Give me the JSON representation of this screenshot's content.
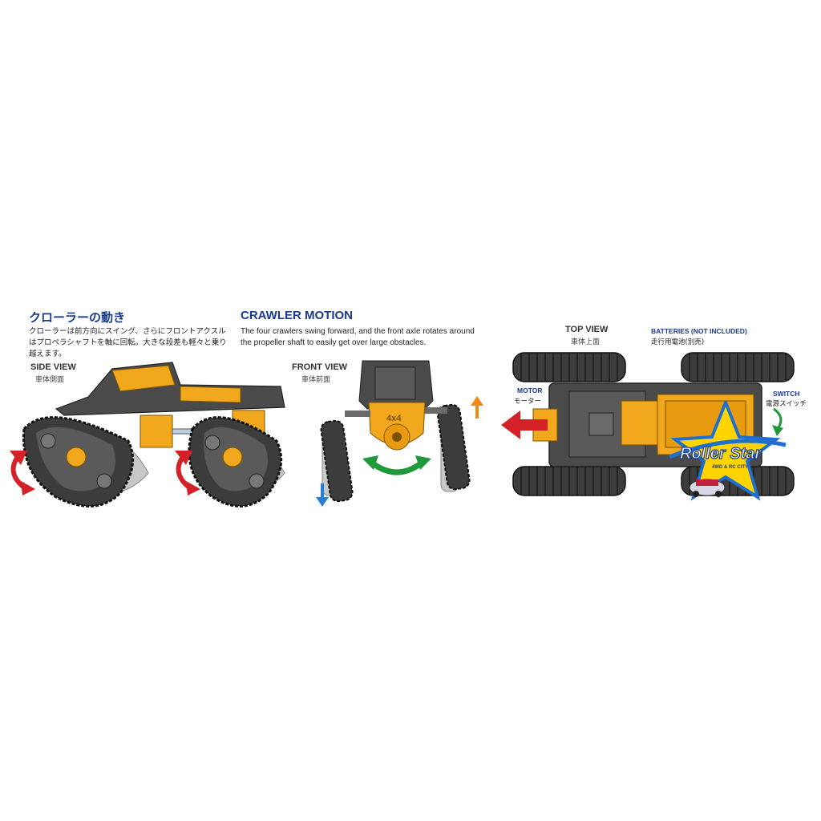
{
  "heading_jp": "クローラーの動き",
  "body_jp": "クローラーは前方向にスイング、さらにフロントアクスルはプロペラシャフトを軸に回転。大きな段差も軽々と乗り越えます。",
  "heading_en": "CRAWLER MOTION",
  "body_en": "The four crawlers swing forward, and the front axle rotates around the propeller shaft to easily get over large obstacles.",
  "side_view": {
    "label": "SIDE VIEW",
    "label_jp": "車体側面"
  },
  "front_view": {
    "label": "FRONT VIEW",
    "label_jp": "車体前面",
    "badge": "4x4"
  },
  "top_view": {
    "label": "TOP VIEW",
    "label_jp": "車体上面",
    "batteries": "BATTERIES (NOT INCLUDED)",
    "batteries_jp": "走行用電池(別売)",
    "motor": "MOTOR",
    "motor_jp": "モーター",
    "switch": "SWITCH",
    "switch_jp": "電源スイッチ"
  },
  "watermark": {
    "name": "Roller Star",
    "tagline": "4WD & RC CITY"
  },
  "colors": {
    "heading": "#1a3a8c",
    "chassis": "#4a4a4a",
    "accent": "#f2a81d",
    "arrow_red": "#d42027",
    "arrow_green": "#1f9a3a",
    "arrow_blue": "#2a7fd4",
    "arrow_orange": "#f08a1c"
  }
}
